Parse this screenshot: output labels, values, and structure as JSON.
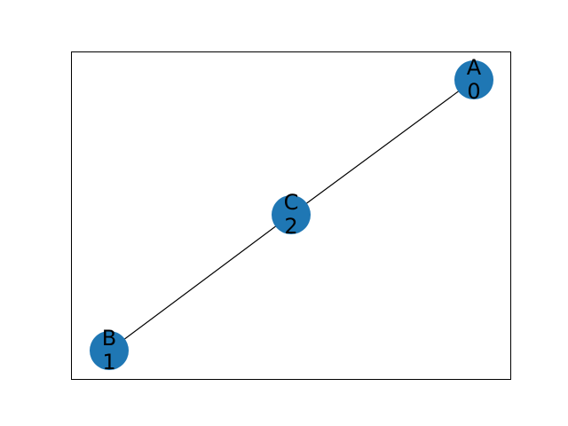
{
  "graph": {
    "node_color": "#1f77b4",
    "edge_color": "#000000",
    "frame_color": "#000000",
    "nodes": [
      {
        "id": "A",
        "label": "A",
        "value": "0"
      },
      {
        "id": "B",
        "label": "B",
        "value": "1"
      },
      {
        "id": "C",
        "label": "C",
        "value": "2"
      }
    ],
    "edges": [
      {
        "from": "A",
        "to": "C"
      },
      {
        "from": "C",
        "to": "B"
      }
    ]
  }
}
